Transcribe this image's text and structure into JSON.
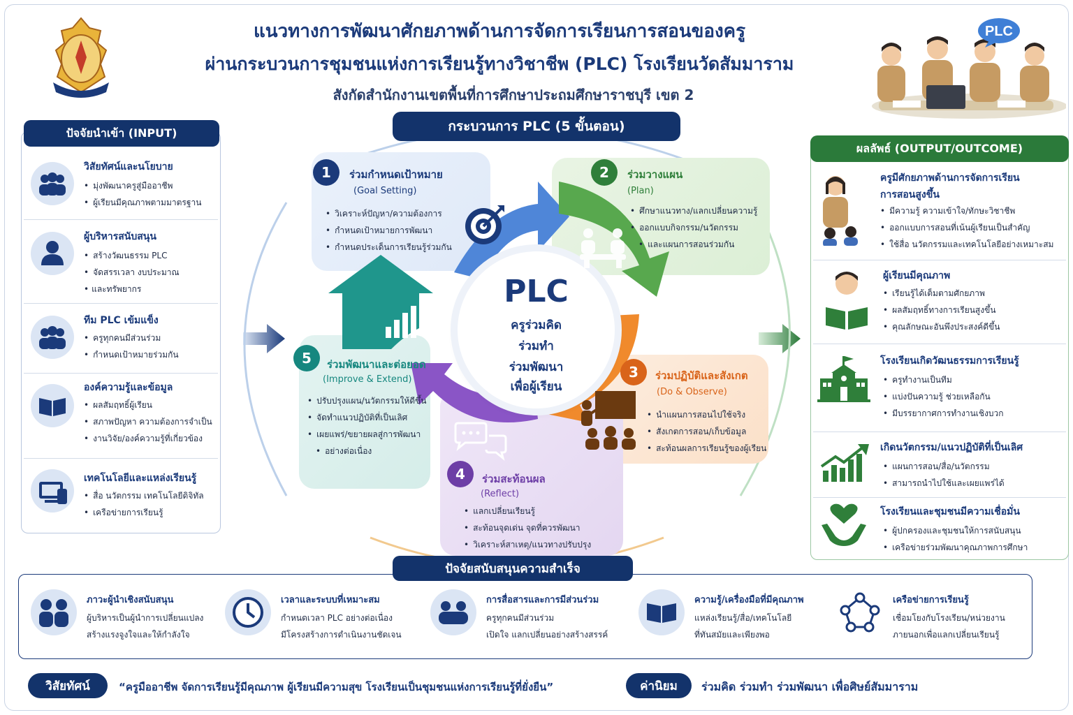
{
  "header": {
    "title_line1": "แนวทางการพัฒนาศักยภาพด้านการจัดการเรียนการสอนของครู",
    "title_line2": "ผ่านกระบวนการชุมชนแห่งการเรียนรู้ทางวิชาชีพ (PLC) โรงเรียนวัดสัมมาราม",
    "subtitle": "สังกัดสำนักงานเขตพื้นที่การศึกษาประถมศึกษาราชบุรี เขต 2",
    "bubble": "PLC"
  },
  "input": {
    "title": "ปัจจัยนำเข้า (INPUT)",
    "items": [
      {
        "title": "วิสัยทัศน์และนโยบาย",
        "icon": "people-group-icon",
        "points": [
          "มุ่งพัฒนาครูสู่มืออาชีพ",
          "ผู้เรียนมีคุณภาพตามมาตรฐาน"
        ]
      },
      {
        "title": "ผู้บริหารสนับสนุน",
        "icon": "manager-icon",
        "points": [
          "สร้างวัฒนธรรม PLC",
          "จัดสรรเวลา งบประมาณ",
          "และทรัพยากร"
        ]
      },
      {
        "title": "ทีม PLC เข้มแข็ง",
        "icon": "team-icon",
        "points": [
          "ครูทุกคนมีส่วนร่วม",
          "กำหนดเป้าหมายร่วมกัน"
        ]
      },
      {
        "title": "องค์ความรู้และข้อมูล",
        "icon": "book-icon",
        "points": [
          "ผลสัมฤทธิ์ผู้เรียน",
          "สภาพปัญหา ความต้องการจำเป็น",
          "งานวิจัย/องค์ความรู้ที่เกี่ยวข้อง"
        ]
      },
      {
        "title": "เทคโนโลยีและแหล่งเรียนรู้",
        "icon": "devices-icon",
        "points": [
          "สื่อ นวัตกรรม เทคโนโลยีดิจิทัล",
          "เครือข่ายการเรียนรู้"
        ]
      }
    ]
  },
  "process": {
    "title": "กระบวนการ PLC (5 ขั้นตอน)",
    "hub": {
      "title": "PLC",
      "lines": [
        "ครูร่วมคิด",
        "ร่วมทำ",
        "ร่วมพัฒนา",
        "เพื่อผู้เรียน"
      ]
    },
    "steps": [
      {
        "num": "1",
        "title": "ร่วมกำหนดเป้าหมาย",
        "sub": "(Goal Setting)",
        "color": "#1b3a7a",
        "points": [
          "วิเคราะห์ปัญหา/ความต้องการ",
          "กำหนดเป้าหมายการพัฒนา",
          "กำหนดประเด็นการเรียนรู้ร่วมกัน"
        ]
      },
      {
        "num": "2",
        "title": "ร่วมวางแผน",
        "sub": "(Plan)",
        "color": "#2f7f3a",
        "points": [
          "ศึกษาแนวทาง/แลกเปลี่ยนความรู้",
          "ออกแบบกิจกรรม/นวัตกรรม",
          "และแผนการสอนร่วมกัน"
        ]
      },
      {
        "num": "3",
        "title": "ร่วมปฏิบัติและสังเกต",
        "sub": "(Do & Observe)",
        "color": "#d9641a",
        "points": [
          "นำแผนการสอนไปใช้จริง",
          "สังเกตการสอน/เก็บข้อมูล",
          "สะท้อนผลการเรียนรู้ของผู้เรียน"
        ]
      },
      {
        "num": "4",
        "title": "ร่วมสะท้อนผล",
        "sub": "(Reflect)",
        "color": "#6d3ea6",
        "points": [
          "แลกเปลี่ยนเรียนรู้",
          "สะท้อนจุดเด่น จุดที่ควรพัฒนา",
          "วิเคราะห์สาเหตุ/แนวทางปรับปรุง"
        ]
      },
      {
        "num": "5",
        "title": "ร่วมพัฒนาและต่อยอด",
        "sub": "(Improve & Extend)",
        "color": "#16877f",
        "points": [
          "ปรับปรุงแผน/นวัตกรรมให้ดีขึ้น",
          "จัดทำแนวปฏิบัติที่เป็นเลิศ",
          "เผยแพร่/ขยายผลสู่การพัฒนา",
          "อย่างต่อเนื่อง"
        ]
      }
    ]
  },
  "output": {
    "title": "ผลลัพธ์ (OUTPUT/OUTCOME)",
    "items": [
      {
        "title": "ครูมีศักยภาพด้านการจัดการเรียน",
        "title2": "การสอนสูงขึ้น",
        "icon": "teacher-icon",
        "points": [
          "มีความรู้ ความเข้าใจ/ทักษะวิชาชีพ",
          "ออกแบบการสอนที่เน้นผู้เรียนเป็นสำคัญ",
          "ใช้สื่อ นวัตกรรมและเทคโนโลยีอย่างเหมาะสม"
        ]
      },
      {
        "title": "ผู้เรียนมีคุณภาพ",
        "icon": "student-reading-icon",
        "points": [
          "เรียนรู้ได้เต็มตามศักยภาพ",
          "ผลสัมฤทธิ์ทางการเรียนสูงขึ้น",
          "คุณลักษณะอันพึงประสงค์ดีขึ้น"
        ]
      },
      {
        "title": "โรงเรียนเกิดวัฒนธรรมการเรียนรู้",
        "icon": "school-icon",
        "points": [
          "ครูทำงานเป็นทีม",
          "แบ่งปันความรู้ ช่วยเหลือกัน",
          "มีบรรยากาศการทำงานเชิงบวก"
        ]
      },
      {
        "title": "เกิดนวัตกรรม/แนวปฏิบัติที่เป็นเลิศ",
        "icon": "growth-chart-icon",
        "points": [
          "แผนการสอน/สื่อ/นวัตกรรม",
          "สามารถนำไปใช้และเผยแพร่ได้"
        ]
      },
      {
        "title": "โรงเรียนและชุมชนมีความเชื่อมั่น",
        "icon": "heart-hands-icon",
        "points": [
          "ผู้ปกครองและชุมชนให้การสนับสนุน",
          "เครือข่ายร่วมพัฒนาคุณภาพการศึกษา"
        ]
      }
    ]
  },
  "support": {
    "title": "ปัจจัยสนับสนุนความสำเร็จ",
    "items": [
      {
        "title": "ภาวะผู้นำเชิงสนับสนุน",
        "icon": "leaders-icon",
        "d1": "ผู้บริหารเป็นผู้นำการเปลี่ยนแปลง",
        "d2": "สร้างแรงจูงใจและให้กำลังใจ"
      },
      {
        "title": "เวลาและระบบที่เหมาะสม",
        "icon": "clock-icon",
        "d1": "กำหนดเวลา PLC อย่างต่อเนื่อง",
        "d2": "มีโครงสร้างการดำเนินงานชัดเจน"
      },
      {
        "title": "การสื่อสารและการมีส่วนร่วม",
        "icon": "group-icon",
        "d1": "ครูทุกคนมีส่วนร่วม",
        "d2": "เปิดใจ แลกเปลี่ยนอย่างสร้างสรรค์"
      },
      {
        "title": "ความรู้/เครื่องมือที่มีคุณภาพ",
        "icon": "book-open-icon",
        "d1": "แหล่งเรียนรู้/สื่อ/เทคโนโลยี",
        "d2": "ที่ทันสมัยและเพียงพอ"
      },
      {
        "title": "เครือข่ายการเรียนรู้",
        "icon": "network-icon",
        "d1": "เชื่อมโยงกับโรงเรียน/หน่วยงาน",
        "d2": "ภายนอกเพื่อแลกเปลี่ยนเรียนรู้"
      }
    ]
  },
  "footer": {
    "vision_label": "วิสัยทัศน์",
    "vision_text": "“ครูมืออาชีพ จัดการเรียนรู้มีคุณภาพ ผู้เรียนมีความสุข โรงเรียนเป็นชุมชนแห่งการเรียนรู้ที่ยั่งยืน”",
    "values_label": "ค่านิยม",
    "values_text": "ร่วมคิด ร่วมทำ ร่วมพัฒนา เพื่อศิษย์สัมมาราม"
  },
  "colors": {
    "navy": "#13336b",
    "green": "#2b7a3a",
    "orange": "#e8791f",
    "purple": "#7b4bb8",
    "teal": "#1f968c",
    "blue": "#4f86d8"
  }
}
